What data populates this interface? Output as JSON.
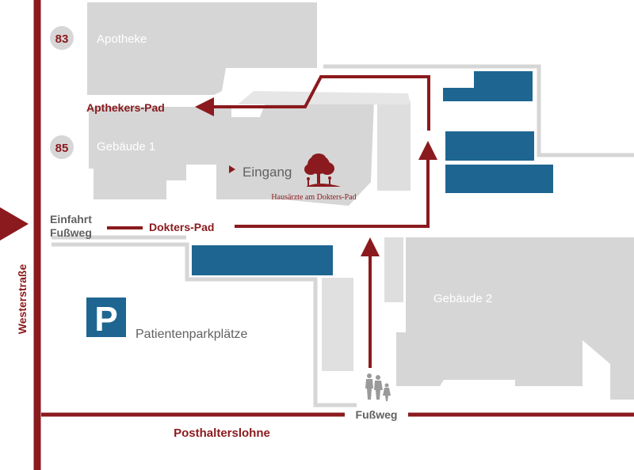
{
  "colors": {
    "road": "#8b1a1e",
    "building": "#d6d6d6",
    "outline": "#d6d6d6",
    "parking": "#1e6691",
    "label_light": "#ffffff",
    "label_gray": "#616161",
    "badge_fill": "#d6d6d6",
    "badge_text": "#8b1a1e"
  },
  "streets": {
    "west": "Westerstraße",
    "south": "Posthalterslohne"
  },
  "paths": {
    "apotheke": "Apthekers-Pad",
    "dokters": "Dokters-Pad",
    "footway": "Fußweg"
  },
  "entrance_label": [
    "Einfahrt",
    "Fußweg"
  ],
  "buildings": {
    "apotheke": "Apotheke",
    "gebaeude1": "Gebäude 1",
    "gebaeude2": "Gebäude 2",
    "eingang": "Eingang"
  },
  "house_numbers": [
    "83",
    "85"
  ],
  "practice": {
    "name": "Hausärzte am Dokters-Pad"
  },
  "parking": {
    "symbol": "P",
    "label": "Patientenparkplätze"
  },
  "icons": {
    "tree": "tree-logo-icon",
    "pedestrians": "pedestrian-family-icon",
    "entrance_marker": "triangle-marker-icon",
    "arrow": "arrow-icon"
  }
}
